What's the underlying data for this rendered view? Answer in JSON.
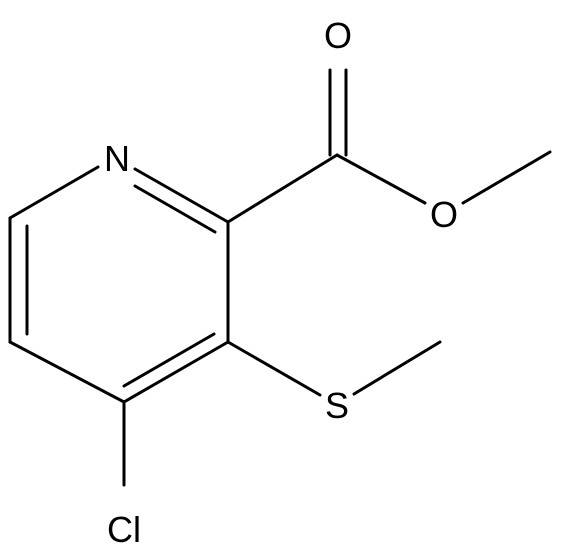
{
  "molecule": {
    "atoms": [
      {
        "id": "n",
        "label": "N"
      },
      {
        "id": "o-carbonyl",
        "label": "O"
      },
      {
        "id": "o-ester",
        "label": "O"
      },
      {
        "id": "s",
        "label": "S"
      },
      {
        "id": "cl",
        "label": "Cl"
      }
    ],
    "line_color": "#000000",
    "background": "#ffffff"
  }
}
